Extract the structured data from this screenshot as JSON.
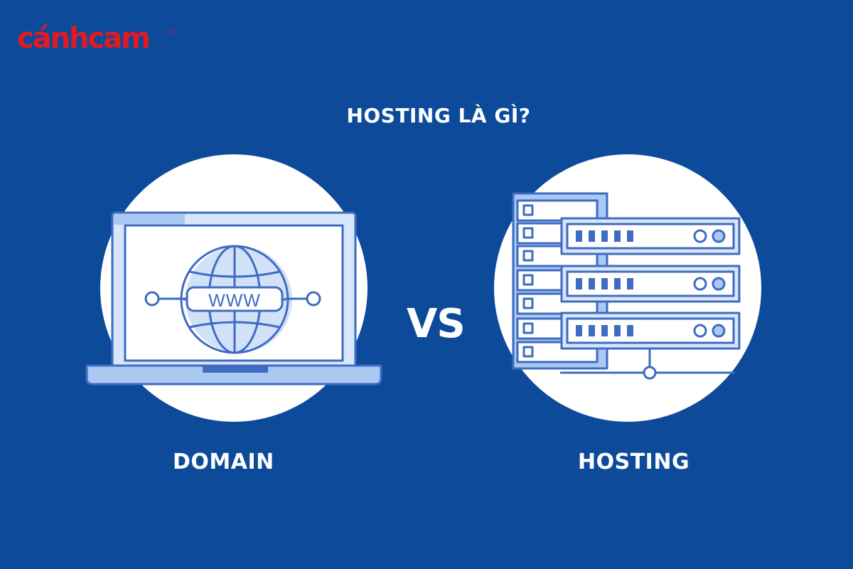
{
  "brand": {
    "logo_text": "cánhcam",
    "registered_mark": "®"
  },
  "headline": "HOSTING LÀ GÌ?",
  "left": {
    "label": "DOMAIN",
    "url_text": "WWW"
  },
  "separator": "VS",
  "right": {
    "label": "HOSTING"
  },
  "colors": {
    "background": "#0d4b9a",
    "logo_red": "#e5191f",
    "circle": "#ffffff",
    "outline_blue": "#3f6bc2",
    "fill_light": "#a9c9f2",
    "fill_pale": "#d7e6fa"
  },
  "icons": [
    "laptop-icon",
    "globe-icon",
    "server-rack-icon",
    "network-node-icon"
  ]
}
